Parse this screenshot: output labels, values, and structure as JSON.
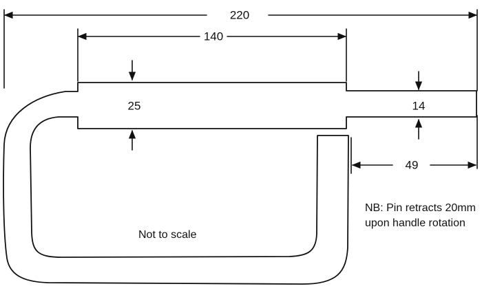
{
  "dimensions": {
    "overall_length": "220",
    "shaft_length": "140",
    "shaft_thickness": "25",
    "pin_thickness": "14",
    "pin_length": "49"
  },
  "notes": {
    "scale_note": "Not to scale",
    "retract_note_line1": "NB: Pin retracts 20mm",
    "retract_note_line2": "upon handle rotation"
  },
  "colors": {
    "stroke": "#111111",
    "background": "#ffffff"
  }
}
